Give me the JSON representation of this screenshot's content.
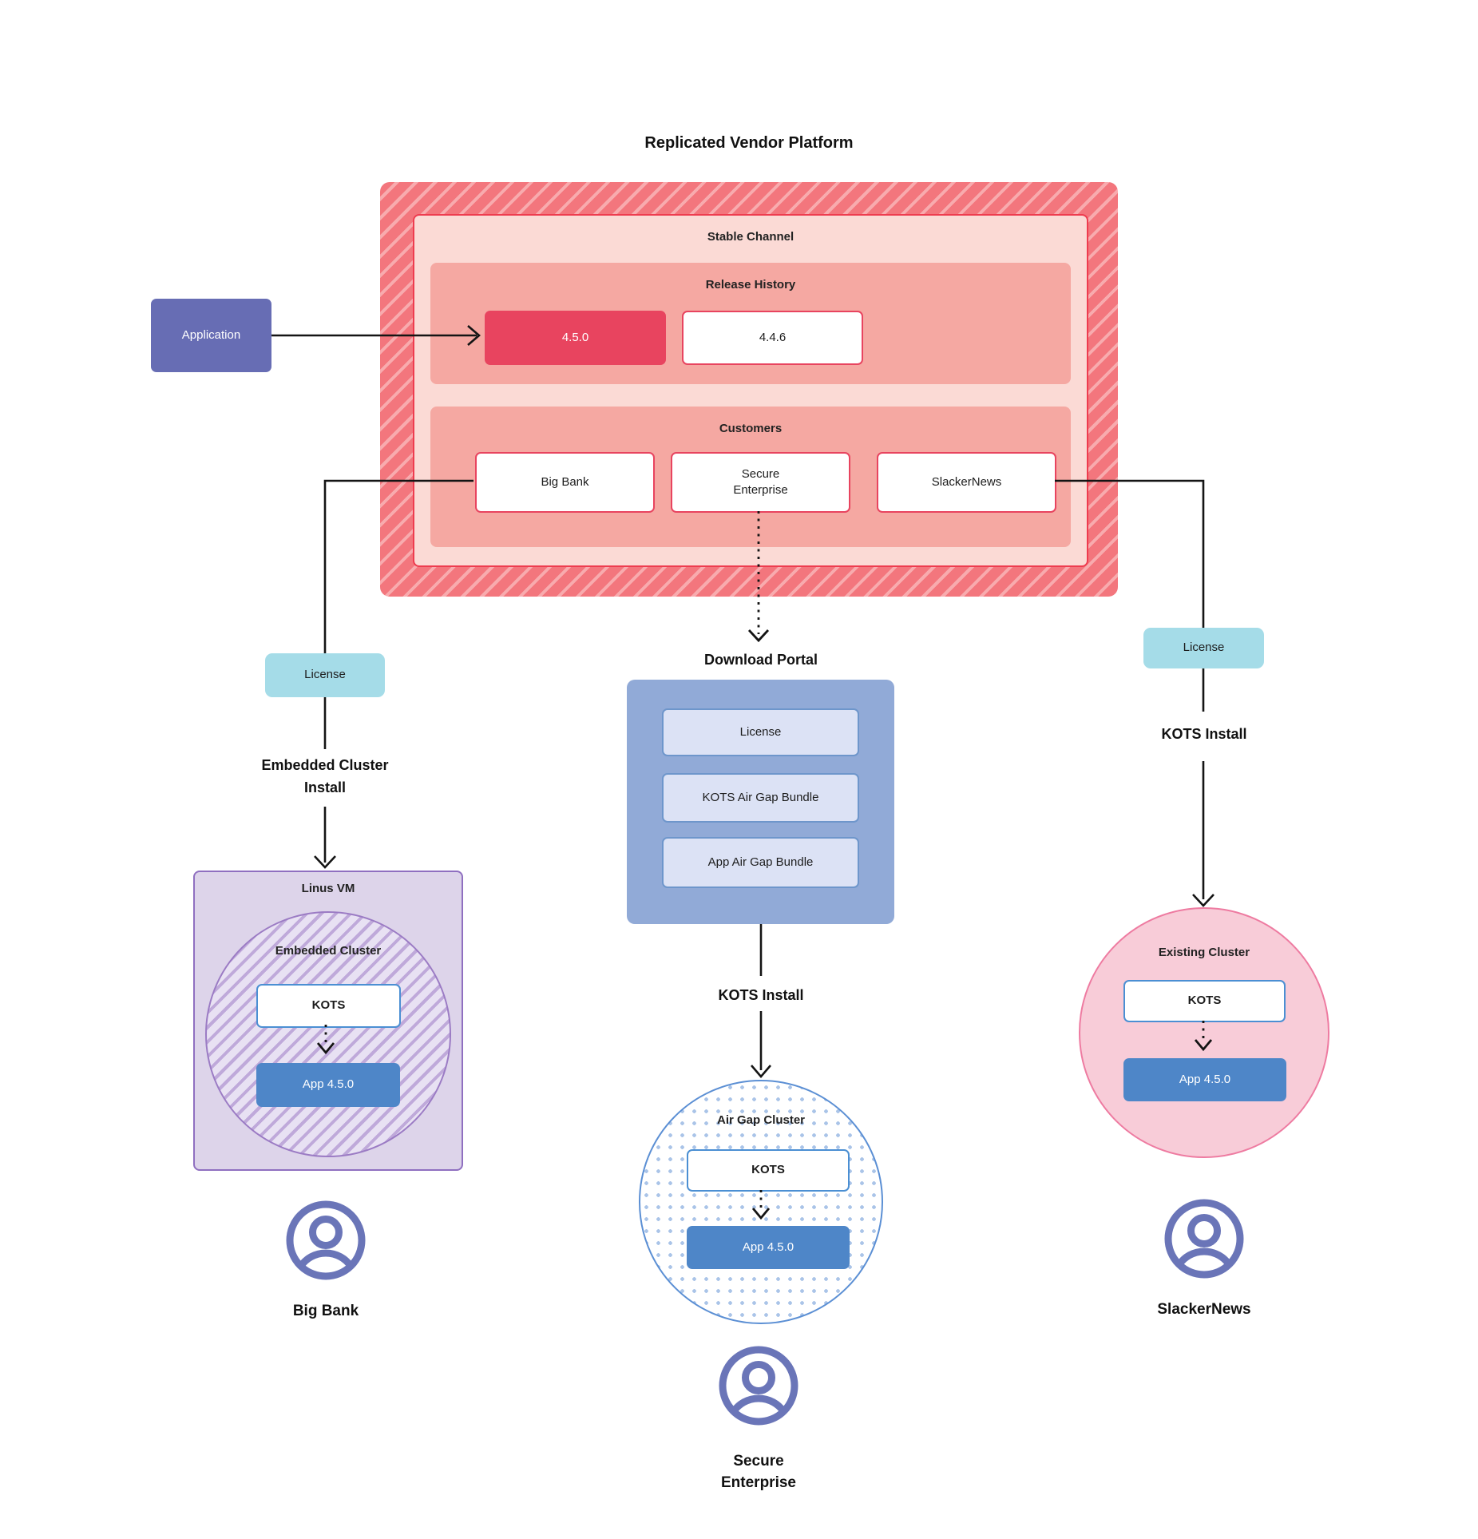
{
  "diagram_title": "Replicated Vendor Platform",
  "platform": {
    "stable_channel_label": "Stable Channel",
    "release_history": {
      "label": "Release History",
      "current_release": "4.5.0",
      "previous_release": "4.4.6"
    },
    "customers": {
      "label": "Customers",
      "big_bank": "Big Bank",
      "secure_enterprise_line1": "Secure",
      "secure_enterprise_line2": "Enterprise",
      "slackernews": "SlackerNews"
    }
  },
  "application_label": "Application",
  "big_bank_flow": {
    "license_label": "License",
    "install_caption_line1": "Embedded Cluster",
    "install_caption_line2": "Install",
    "vm_label": "Linus VM",
    "cluster_label": "Embedded Cluster",
    "kots_label": "KOTS",
    "app_label": "App 4.5.0",
    "persona_label": "Big Bank"
  },
  "secure_enterprise_flow": {
    "portal_label": "Download Portal",
    "portal_items": {
      "license": "License",
      "kots_bundle": "KOTS Air Gap Bundle",
      "app_bundle": "App Air Gap Bundle"
    },
    "install_caption": "KOTS Install",
    "cluster_label": "Air Gap Cluster",
    "kots_label": "KOTS",
    "app_label": "App 4.5.0",
    "persona_label_line1": "Secure",
    "persona_label_line2": "Enterprise"
  },
  "slackernews_flow": {
    "license_label": "License",
    "install_caption": "KOTS Install",
    "cluster_label": "Existing Cluster",
    "kots_label": "KOTS",
    "app_label": "App 4.5.0",
    "persona_label": "SlackerNews"
  },
  "colors": {
    "platform_hatch_base": "#f3767d",
    "platform_hatch_stripe": "#f8abae",
    "stable_channel_fill": "#fbdad5",
    "stable_channel_border": "#ee3c4f",
    "section_fill": "#f5a8a2",
    "current_release_fill": "#e8445f",
    "node_border_red": "#e8445f",
    "application_fill": "#676db4",
    "license_fill": "#a5dce8",
    "portal_fill": "#91aad7",
    "portal_item_fill": "#dce2f5",
    "vm_fill": "#ddd4ea",
    "vm_border": "#8f6fc0",
    "embedded_circle_stripe": "#bfa9da",
    "kots_border_blue": "#4b8fd3",
    "app_fill_blue": "#4e86c8",
    "airgap_border": "#5b8fd4",
    "existing_cluster_fill": "#f8ccd8",
    "existing_cluster_border": "#ee7ba1",
    "persona_icon": "#6a75b8",
    "line_color": "#141414"
  }
}
